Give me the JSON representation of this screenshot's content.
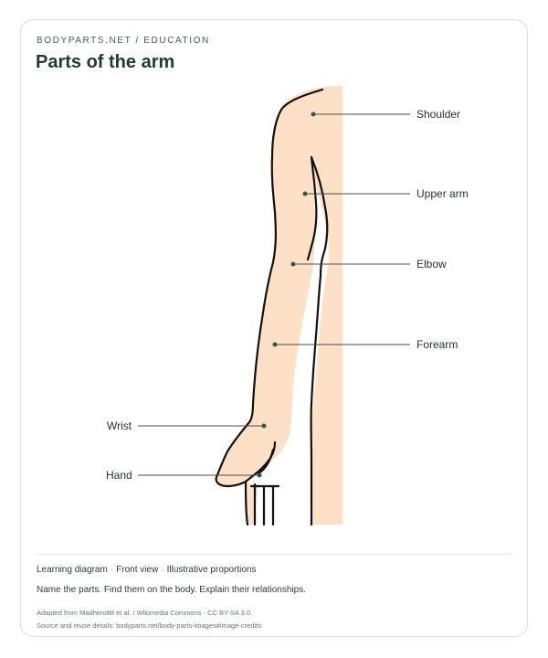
{
  "header": {
    "eyebrow": "BODYPARTS.NET / EDUCATION",
    "title": "Parts of the arm"
  },
  "diagram": {
    "labels": [
      {
        "id": "shoulder",
        "text": "Shoulder"
      },
      {
        "id": "upper-arm",
        "text": "Upper arm"
      },
      {
        "id": "elbow",
        "text": "Elbow"
      },
      {
        "id": "forearm",
        "text": "Forearm"
      },
      {
        "id": "wrist",
        "text": "Wrist"
      },
      {
        "id": "hand",
        "text": "Hand"
      }
    ],
    "colors": {
      "skin": "#fde0c5",
      "outline": "#111111",
      "marker": "#2f5a45",
      "leader": "#4a4a4a"
    }
  },
  "footer": {
    "meta": [
      "Learning diagram",
      "Front view",
      "Illustrative proportions"
    ],
    "instructions": "Name the parts. Find them on the body. Explain their relationships.",
    "credit_line": "Adapted from Madhero88 et al. / Wikimedia Commons · CC BY-SA 3.0.",
    "source_line": "Source and reuse details: bodyparts.net/body-parts-images#image-credits"
  }
}
